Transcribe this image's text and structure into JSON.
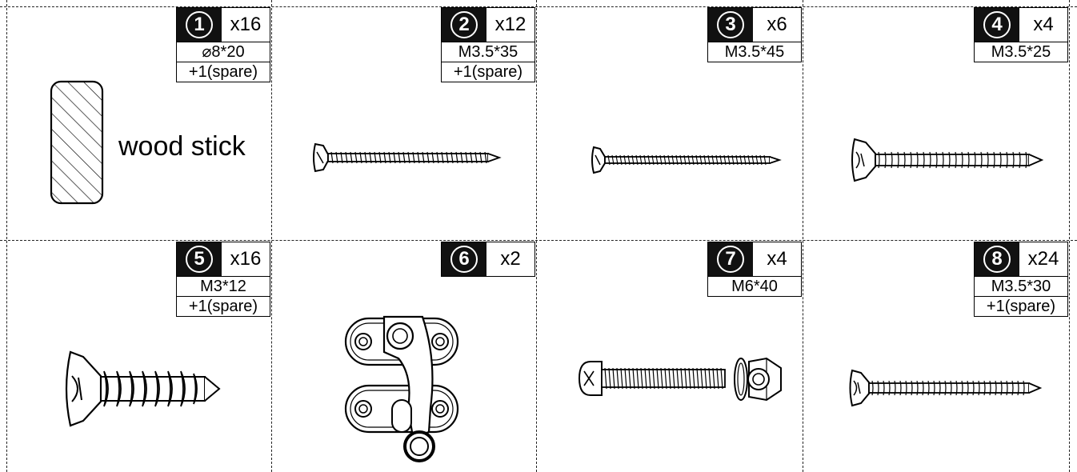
{
  "parts": [
    {
      "number": "1",
      "qty": "x16",
      "spec": "⌀8*20",
      "spare": "+1(spare)",
      "name": "wood stick"
    },
    {
      "number": "2",
      "qty": "x12",
      "spec": "M3.5*35",
      "spare": "+1(spare)"
    },
    {
      "number": "3",
      "qty": "x6",
      "spec": "M3.5*45"
    },
    {
      "number": "4",
      "qty": "x4",
      "spec": "M3.5*25"
    },
    {
      "number": "5",
      "qty": "x16",
      "spec": "M3*12",
      "spare": "+1(spare)"
    },
    {
      "number": "6",
      "qty": "x2"
    },
    {
      "number": "7",
      "qty": "x4",
      "spec": "M6*40"
    },
    {
      "number": "8",
      "qty": "x24",
      "spec": "M3.5*30",
      "spare": "+1(spare)"
    }
  ]
}
